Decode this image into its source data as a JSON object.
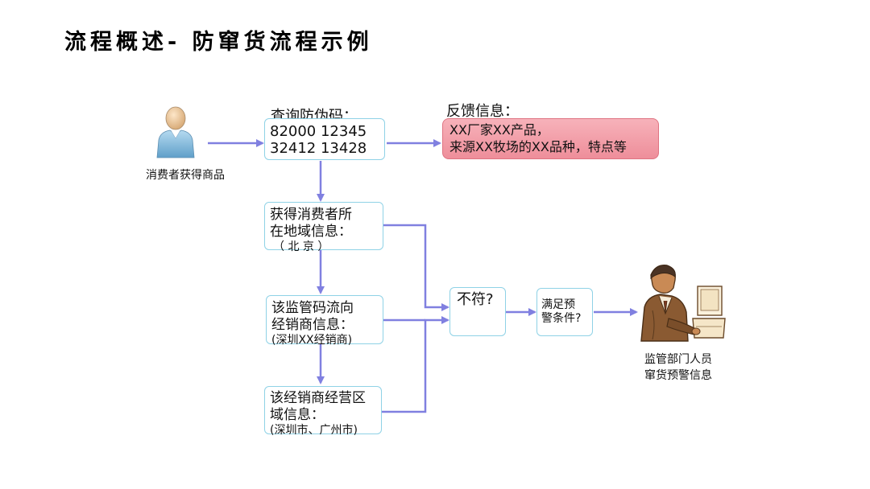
{
  "title": "流程概述- 防窜货流程示例",
  "consumer": {
    "caption": "消费者获得商品"
  },
  "query": {
    "label": "查询防伪码：",
    "code_line1": "82000 12345",
    "code_line2": "32412 13428"
  },
  "feedback": {
    "label": "反馈信息：",
    "line1": "XX厂家XX产品，",
    "line2": "来源XX牧场的XX品种，特点等"
  },
  "location": {
    "line1": "获得消费者所",
    "line2": "在地域信息：",
    "value": "（ 北 京 ）"
  },
  "flow": {
    "line1": "该监管码流向",
    "line2": "经销商信息：",
    "value": "(深圳XX经销商)"
  },
  "region": {
    "line1": "该经销商经营区",
    "line2": "域信息：",
    "value": "(深圳市、广州市)"
  },
  "mismatch": {
    "label": "不符?"
  },
  "condition": {
    "line1": "满足预",
    "line2": "警条件?"
  },
  "supervisor": {
    "line1": "监管部门人员",
    "line2": "窜货预警信息"
  },
  "colors": {
    "arrow": "#8080e0",
    "box_border": "#8fd2e6",
    "highlight": "#e01010",
    "feedback_fill": "#f4a3ad"
  }
}
